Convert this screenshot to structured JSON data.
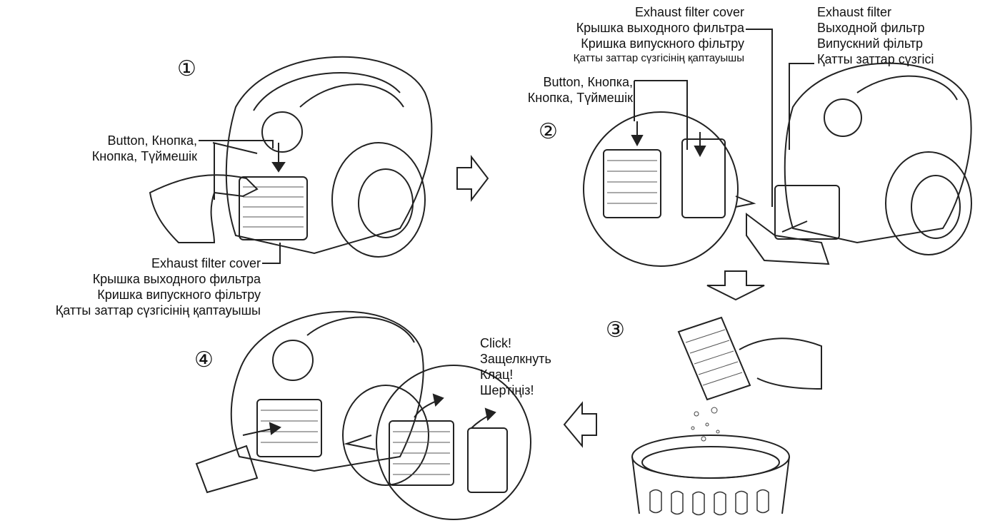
{
  "steps": {
    "s1": "①",
    "s2": "②",
    "s3": "③",
    "s4": "④"
  },
  "labels": {
    "step1_button": [
      "Button, Кнопка,",
      "Кнопка, Түймешік"
    ],
    "step1_cover": [
      "Exhaust filter cover",
      "Крышка выходного фильтра",
      "Кришка випускного фільтру",
      "Қатты заттар сүзгісінің қаптауышы"
    ],
    "step2_cover": [
      "Exhaust filter cover",
      "Крышка выходного фильтра",
      "Кришка випускного фільтру",
      "Қатты заттар сүзгісінің қаптауышы"
    ],
    "step2_button": [
      "Button, Кнопка,",
      "Кнопка, Түймешік"
    ],
    "step2_filter": [
      "Exhaust filter",
      "Выходной фильтр",
      "Випускний фільтр",
      "Қатты заттар сүзгісі"
    ],
    "step4_click": [
      "Click!",
      "Защелкнуть",
      "Клац!",
      "Шертіңіз!"
    ]
  }
}
